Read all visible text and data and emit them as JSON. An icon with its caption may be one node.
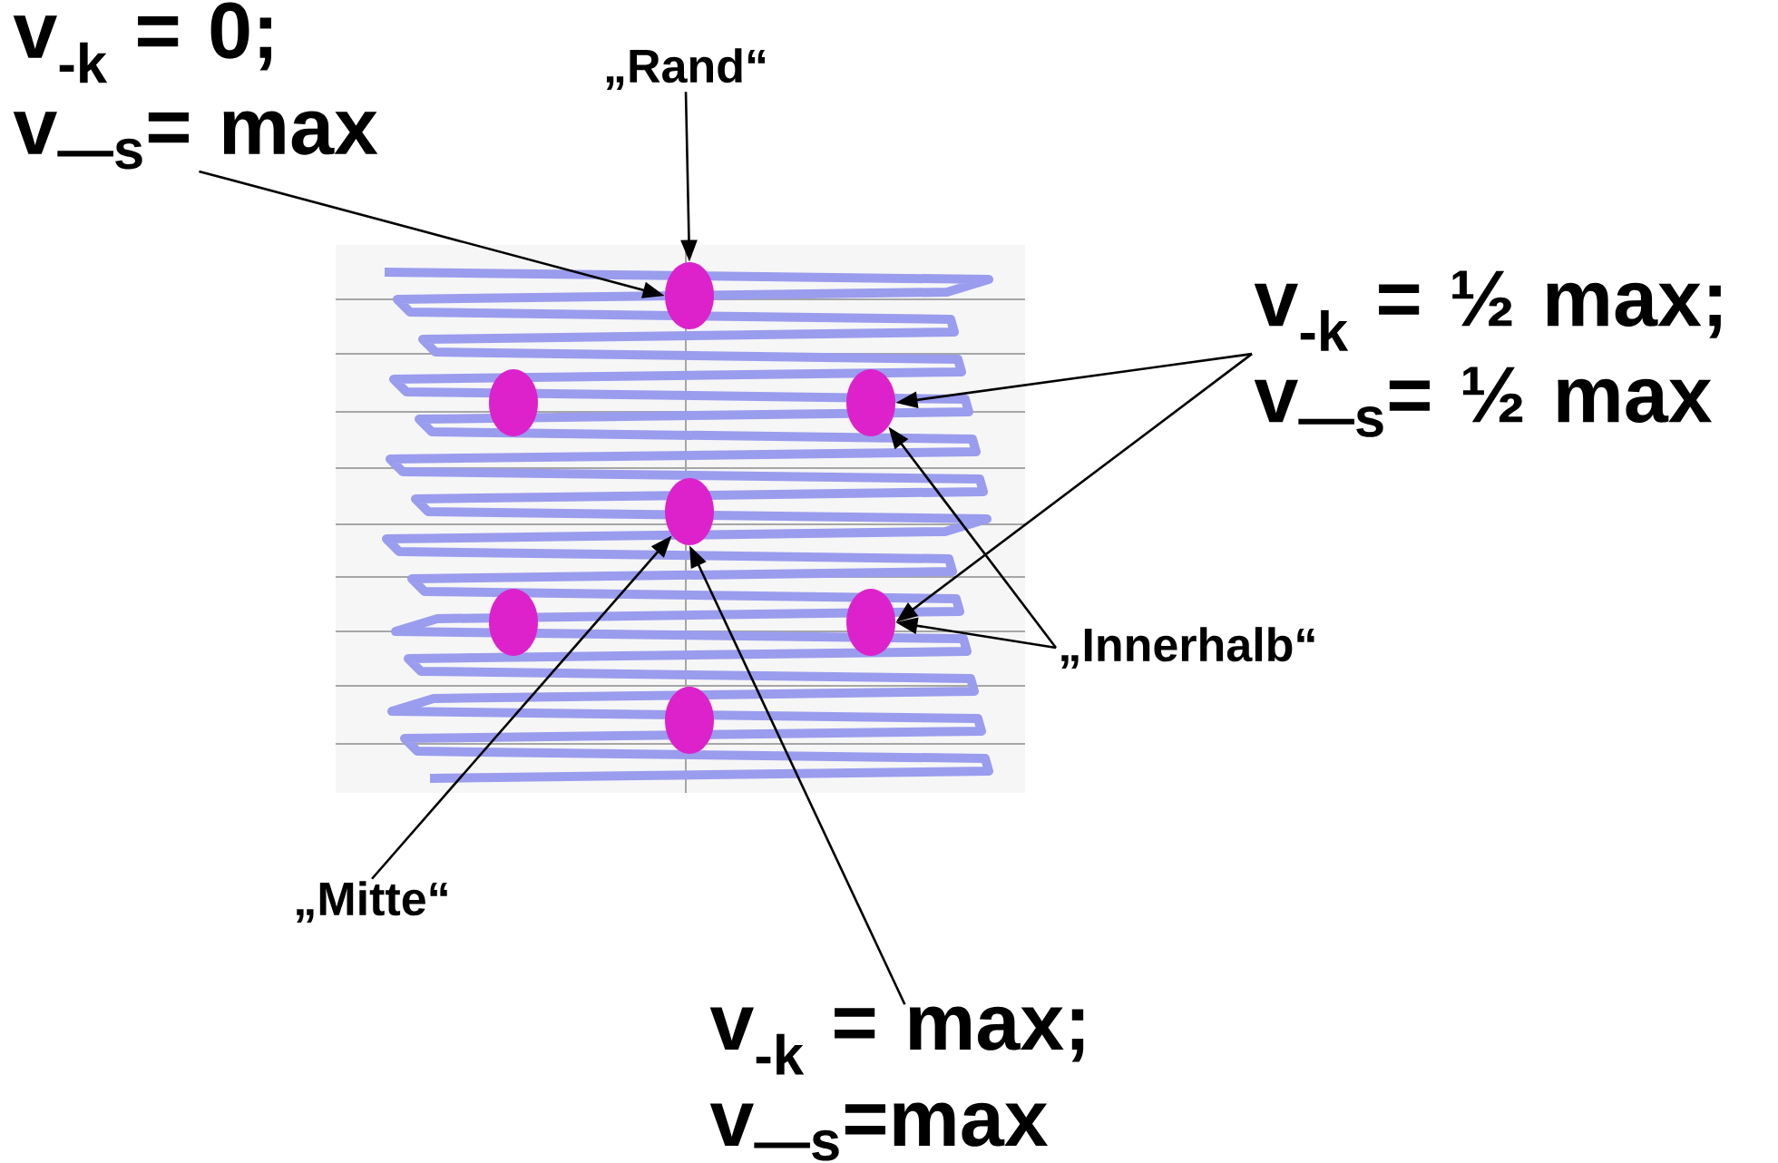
{
  "diagram": {
    "nodes": [
      {
        "text": [
          "v$_{-k}$ = 0; v$_{—s}$= max"
        ]
      },
      {
        "text": [
          "„Rand“"
        ]
      },
      {
        "text": [
          "v$_{-k}$ = ½ max; v$_{—s}$= ½ max"
        ]
      },
      {
        "text": [
          "„Innerhalb“"
        ]
      },
      {
        "text": [
          "„Mitte“"
        ]
      },
      {
        "text": [
          "v$_{-k}$ = max; v$_{—s}$=max"
        ]
      },
      {
        "text": [],
        "shape": "circle"
      },
      {
        "text": [],
        "shape": "circle"
      },
      {
        "text": [],
        "shape": "circle"
      },
      {
        "text": [],
        "shape": "circle"
      },
      {
        "text": [],
        "shape": "circle"
      },
      {
        "text": [],
        "shape": "circle"
      },
      {
        "text": [],
        "shape": "circle"
      }
    ],
    "edges": [
      {
        "from": 0,
        "to": 6,
        "arrow": "to"
      },
      {
        "from": 1,
        "to": 6,
        "arrow": "to"
      },
      {
        "from": 2,
        "to": 8,
        "arrow": "to"
      },
      {
        "from": 2,
        "to": 11,
        "arrow": "to"
      },
      {
        "from": 3,
        "to": 8,
        "arrow": "to"
      },
      {
        "from": 3,
        "to": 11,
        "arrow": "to"
      },
      {
        "from": 4,
        "to": 9,
        "arrow": "to"
      },
      {
        "from": 5,
        "to": 9,
        "arrow": "to"
      }
    ]
  }
}
